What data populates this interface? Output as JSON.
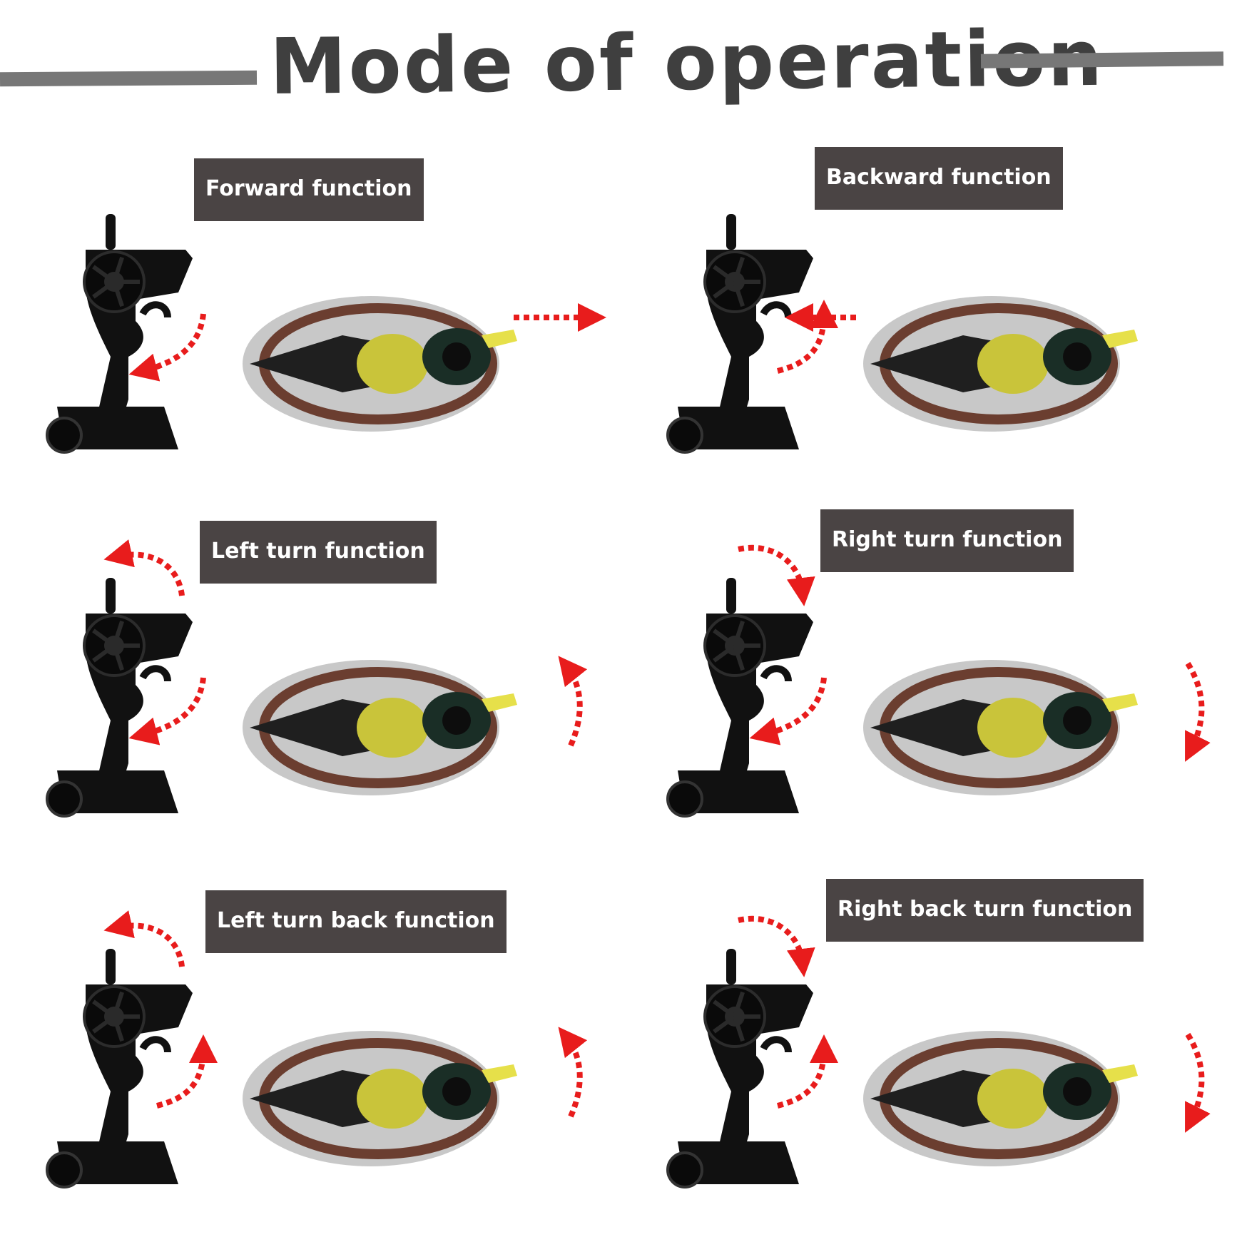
{
  "title": "Mode of operation",
  "panels": [
    {
      "label": "Forward function",
      "remote_arrows": [
        "trigger-pull"
      ],
      "duck_arrow": "forward"
    },
    {
      "label": "Backward function",
      "remote_arrows": [
        "trigger-push"
      ],
      "duck_arrow": "backward"
    },
    {
      "label": "Left turn function",
      "remote_arrows": [
        "trigger-pull",
        "steer-left"
      ],
      "duck_arrow": "turn-up"
    },
    {
      "label": "Right turn function",
      "remote_arrows": [
        "trigger-pull",
        "steer-right"
      ],
      "duck_arrow": "turn-down"
    },
    {
      "label": "Left turn back function",
      "remote_arrows": [
        "trigger-push",
        "steer-left"
      ],
      "duck_arrow": "turn-up"
    },
    {
      "label": "Right back turn function",
      "remote_arrows": [
        "trigger-push",
        "steer-right"
      ],
      "duck_arrow": "turn-down"
    }
  ],
  "colors": {
    "title": "#3f3f3f",
    "rule": "#777777",
    "label_bg": "#4a4444",
    "label_text": "#ffffff",
    "arrow": "#e81c1c",
    "remote": "#111111",
    "duck_body": "#c8c8c8",
    "duck_brown": "#6b3e30",
    "duck_yellow": "#c9c43a",
    "duck_bill": "#e6e04a"
  }
}
